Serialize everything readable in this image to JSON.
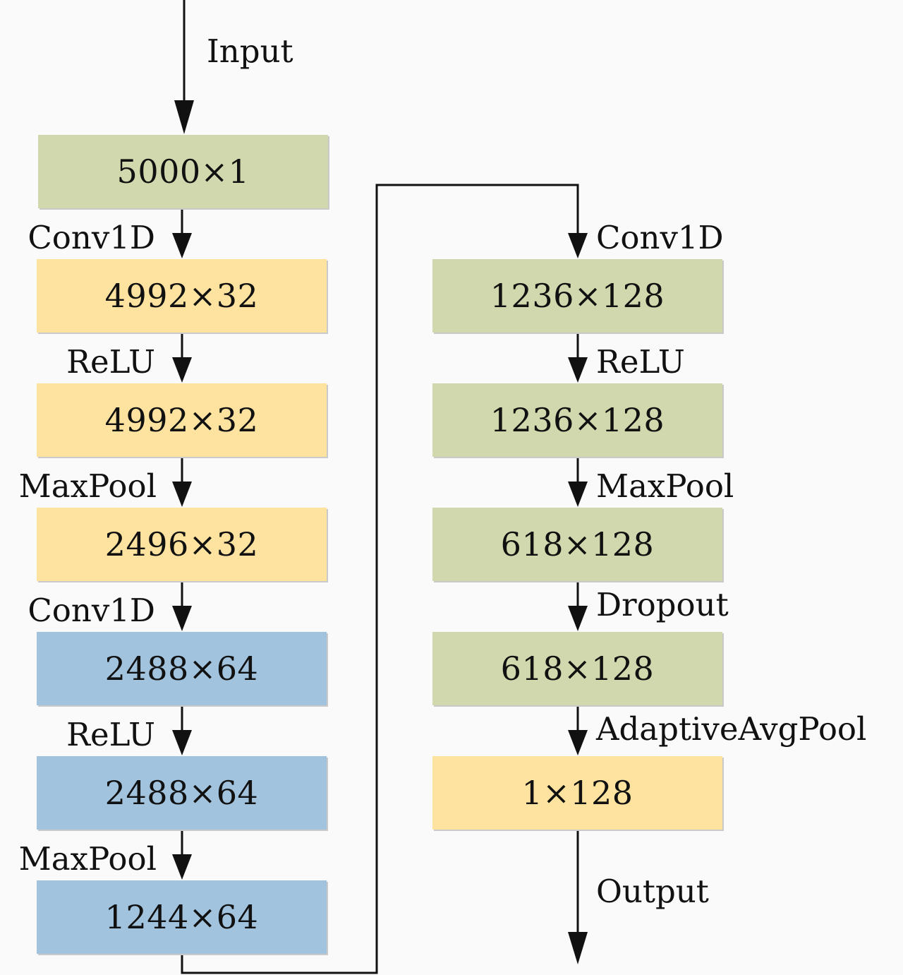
{
  "diagram": {
    "input_label": "Input",
    "output_label": "Output",
    "left_column": {
      "boxes": [
        {
          "text": "5000×1",
          "color": "#d1d8ae"
        },
        {
          "text": "4992×32",
          "color": "#fde39f"
        },
        {
          "text": "4992×32",
          "color": "#fde39f"
        },
        {
          "text": "2496×32",
          "color": "#fde39f"
        },
        {
          "text": "2488×64",
          "color": "#a1c3de"
        },
        {
          "text": "2488×64",
          "color": "#a1c3de"
        },
        {
          "text": "1244×64",
          "color": "#a1c3de"
        }
      ],
      "ops": [
        "Conv1D",
        "ReLU",
        "MaxPool",
        "Conv1D",
        "ReLU",
        "MaxPool"
      ]
    },
    "right_column": {
      "boxes": [
        {
          "text": "1236×128",
          "color": "#d1d8ae"
        },
        {
          "text": "1236×128",
          "color": "#d1d8ae"
        },
        {
          "text": "618×128",
          "color": "#d1d8ae"
        },
        {
          "text": "618×128",
          "color": "#d1d8ae"
        },
        {
          "text": "1×128",
          "color": "#fde39f"
        }
      ],
      "ops": [
        "Conv1D",
        "ReLU",
        "MaxPool",
        "Dropout",
        "AdaptiveAvgPool"
      ]
    },
    "colors": {
      "green": "#d1d8ae",
      "yellow": "#fde39f",
      "blue": "#a1c3de",
      "line": "#111111"
    }
  }
}
